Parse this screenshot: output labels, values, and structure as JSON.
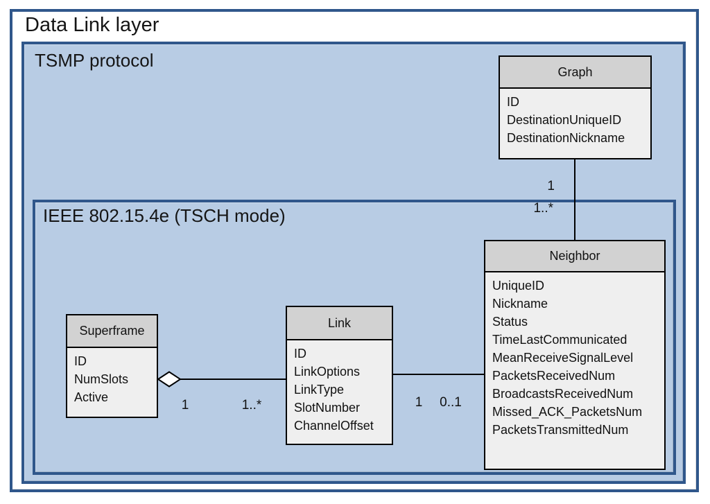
{
  "frames": {
    "outer": {
      "label": "Data Link layer"
    },
    "tsmp": {
      "label": "TSMP protocol"
    },
    "ieee": {
      "label": "IEEE 802.15.4e (TSCH mode)"
    }
  },
  "classes": {
    "graph": {
      "title": "Graph",
      "attributes": [
        "ID",
        "DestinationUniqueID",
        "DestinationNickname"
      ]
    },
    "neighbor": {
      "title": "Neighbor",
      "attributes": [
        "UniqueID",
        "Nickname",
        "Status",
        "TimeLastCommunicated",
        "MeanReceiveSignalLevel",
        "PacketsReceivedNum",
        "BroadcastsReceivedNum",
        "Missed_ACK_PacketsNum",
        "PacketsTransmittedNum"
      ]
    },
    "link": {
      "title": "Link",
      "attributes": [
        "ID",
        "LinkOptions",
        "LinkType",
        "SlotNumber",
        "ChannelOffset"
      ]
    },
    "superframe": {
      "title": "Superframe",
      "attributes": [
        "ID",
        "NumSlots",
        "Active"
      ]
    }
  },
  "relations": {
    "graph_neighbor": {
      "end_graph": "1",
      "end_neighbor": "1..*"
    },
    "superframe_link": {
      "end_superframe": "1",
      "end_link": "1..*",
      "kind": "aggregation"
    },
    "link_neighbor": {
      "end_link": "1",
      "end_neighbor": "0..1"
    }
  },
  "icons": {
    "aggregation_diamond": "white-diamond"
  },
  "colors": {
    "frame_border": "#30578b",
    "panel_fill": "#b8cce4",
    "class_header_fill": "#d2d2d2",
    "class_body_fill": "#efefef",
    "class_border": "#000000",
    "connector": "#000000",
    "text": "#1a1a1a"
  }
}
